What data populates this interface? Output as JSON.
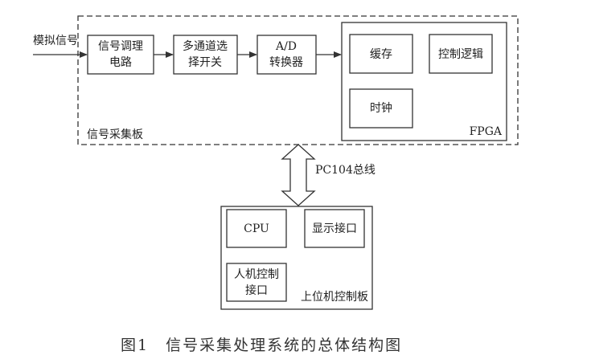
{
  "input_label": "模拟信号",
  "acquisition_board": {
    "label": "信号采集板",
    "signal_conditioning": [
      "信号调理",
      "电路"
    ],
    "multiplexer": [
      "多通道选",
      "择开关"
    ],
    "ad_converter": [
      "A/D",
      "转换器"
    ],
    "fpga": {
      "label": "FPGA",
      "buffer": "缓存",
      "control_logic": "控制逻辑",
      "clock": "时钟"
    }
  },
  "bus_label": "PC104总线",
  "host_board": {
    "label": "上位机控制板",
    "cpu": "CPU",
    "display_interface": "显示接口",
    "hmi_interface": [
      "人机控制",
      "接口"
    ]
  },
  "caption": "图1　信号采集处理系统的总体结构图"
}
